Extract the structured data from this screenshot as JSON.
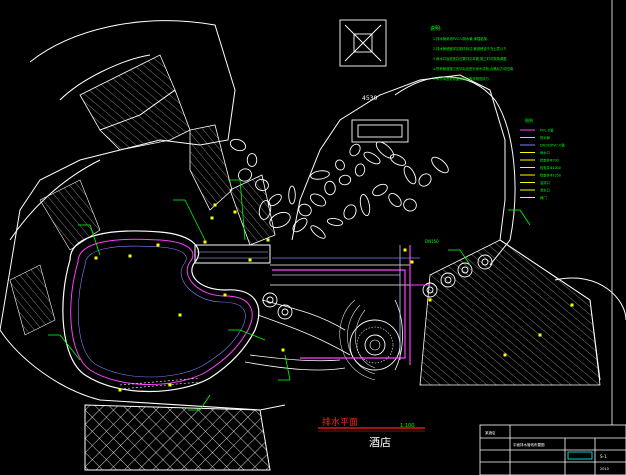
{
  "drawing": {
    "plan_title": "排水平面",
    "scale": "1:100",
    "building_label": "酒店",
    "top_dimension": "4530",
    "pipe_note": "DN150",
    "notes_title": "说明:",
    "notes": [
      "1.排水管采用PVC-U排水管,承插粘接.",
      "2.排水管坡度详见图中标注,管道敷设于冻土层以下.",
      "3.雨水口及检查井位置详见本图,施工时可现场调整.",
      "4.所有管道施工完毕后应进行闭水试验,合格后方可回填.",
      "5.未尽事宜参照国家现行有关规范执行."
    ],
    "legend_title": "图例",
    "legend": [
      {
        "label": "PVC-U管",
        "color": "#ff40ff"
      },
      {
        "label": "排水管",
        "color": "#c0c0ff"
      },
      {
        "label": "DN100PVC-U管",
        "color": "#8080ff"
      },
      {
        "label": "雨水口",
        "color": "#ffff00"
      },
      {
        "label": "检查井Φ700",
        "color": "#ffff00"
      },
      {
        "label": "检查井Φ1000",
        "color": "#ffff00"
      },
      {
        "label": "检查井Φ1250",
        "color": "#ffff00"
      },
      {
        "label": "溢流口",
        "color": "#ffff00"
      },
      {
        "label": "泄水口",
        "color": "#ffff00"
      },
      {
        "label": "阀门",
        "color": "#ffff00"
      }
    ],
    "title_block": {
      "project": "某酒店",
      "drawing_name": "平面排水管线布置图",
      "drawing_no": "S-1",
      "date": "2010"
    },
    "colors": {
      "background": "#000000",
      "linework": "#ffffff",
      "pipe": "#ff40ff",
      "secondary_pipe": "#c0c0ff",
      "annotation": "#00ff00",
      "marker": "#ffff00",
      "title_red": "#ff2020"
    }
  }
}
